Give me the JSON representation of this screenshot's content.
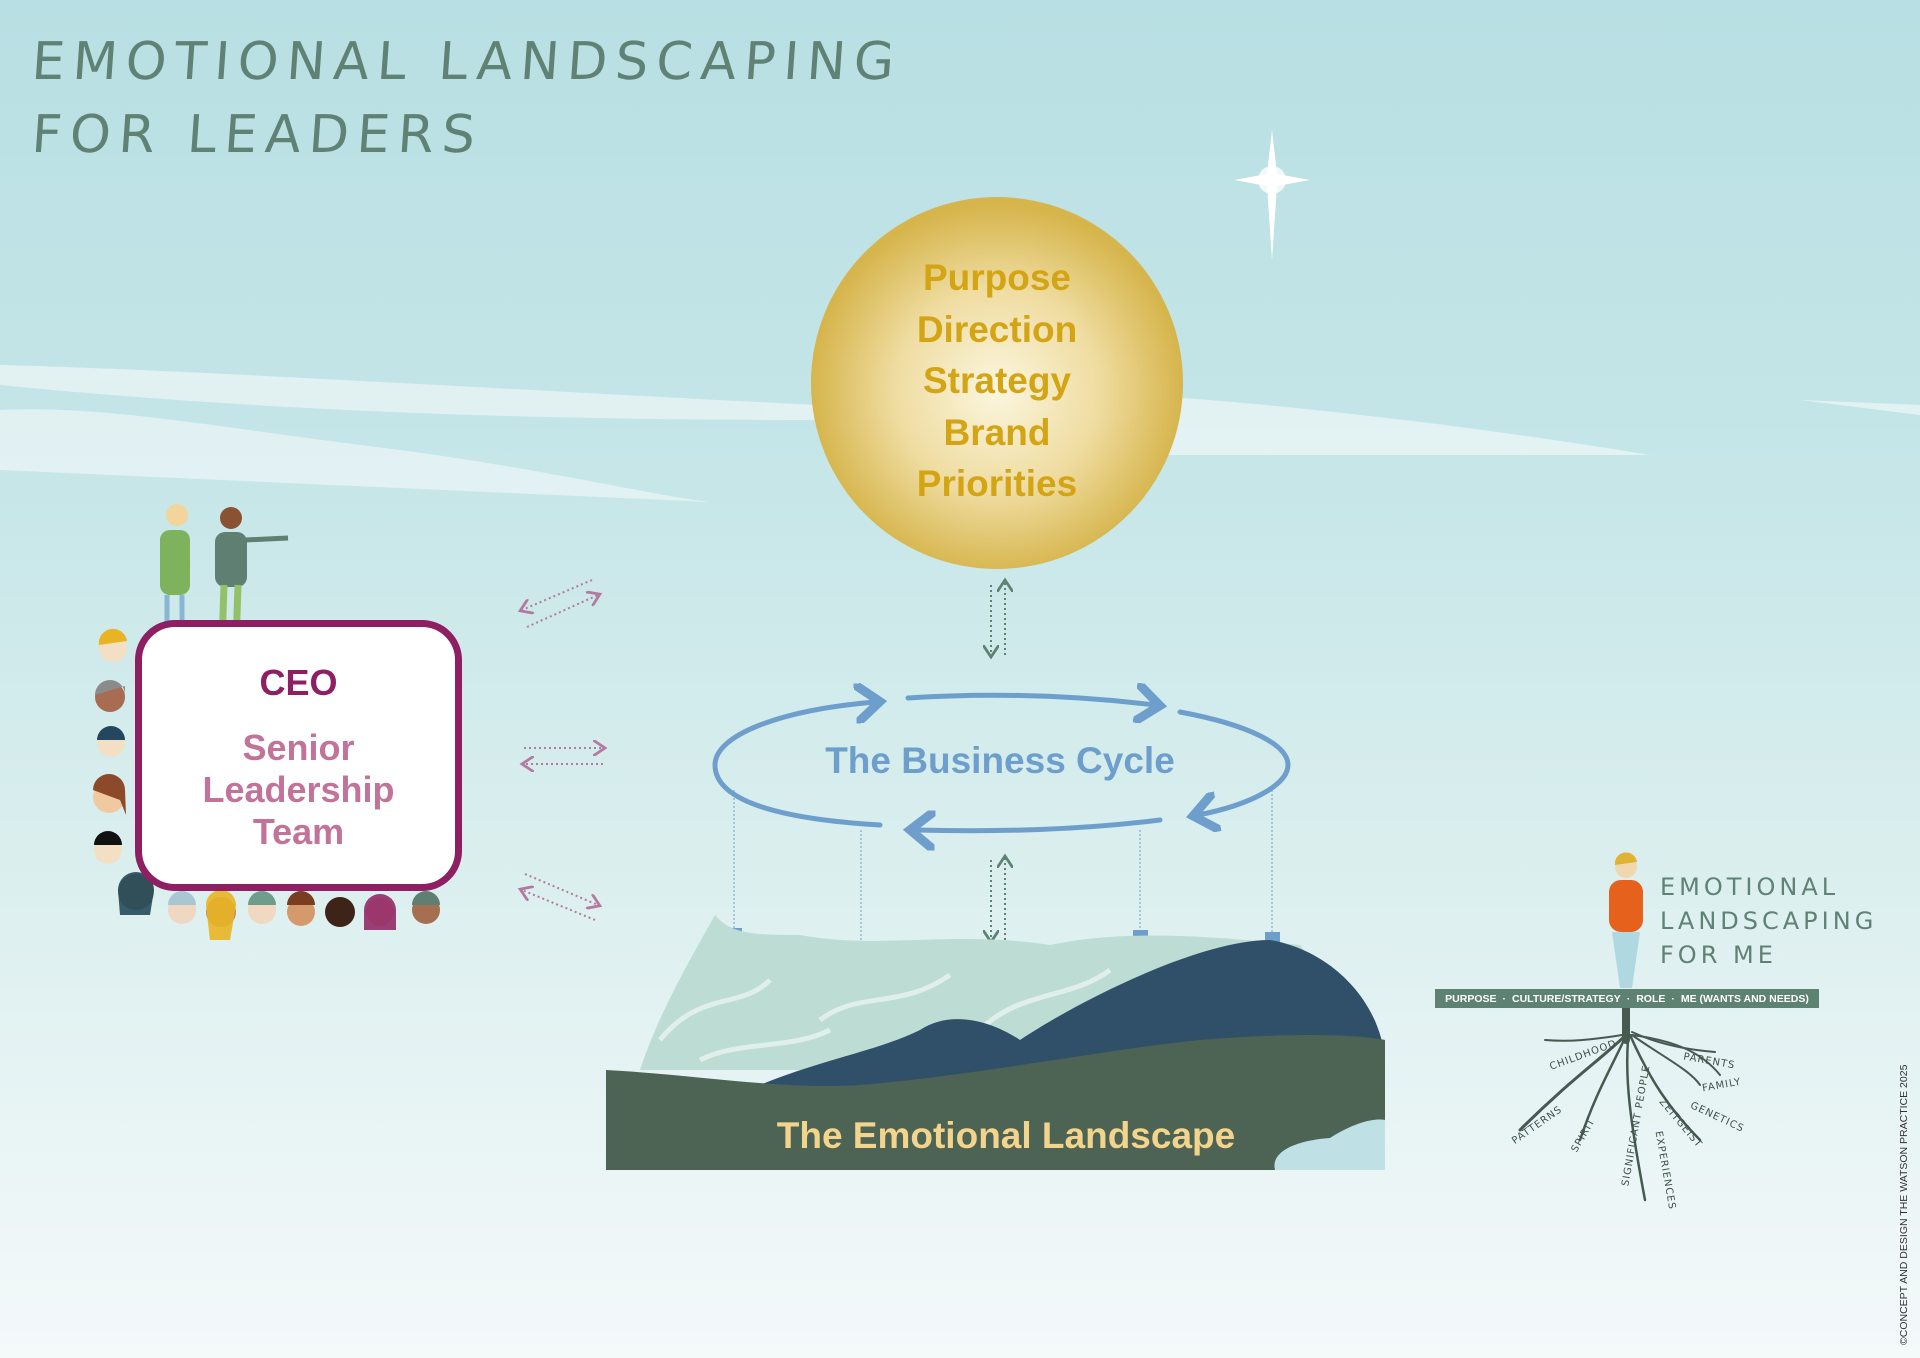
{
  "title": {
    "line1": "EMOTIONAL LANDSCAPING",
    "line2": "FOR LEADERS"
  },
  "sun": {
    "lines": [
      "Purpose",
      "Direction",
      "Strategy",
      "Brand",
      "Priorities"
    ]
  },
  "business_cycle": {
    "label": "The Business Cycle"
  },
  "landscape": {
    "label": "The Emotional Landscape"
  },
  "leadership_box": {
    "ceo": "CEO",
    "team_line1": "Senior",
    "team_line2": "Leadership",
    "team_line3": "Team"
  },
  "personal": {
    "title_line1": "EMOTIONAL",
    "title_line2": "LANDSCAPING",
    "title_line3": "FOR ME",
    "bar_items": [
      "PURPOSE",
      "CULTURE/STRATEGY",
      "ROLE",
      "ME (WANTS AND NEEDS)"
    ],
    "bar_separator": "·",
    "roots": [
      "CHILDHOOD",
      "PATTERNS",
      "SPIRIT",
      "SIGNIFICANT PEOPLE",
      "EXPERIENCES",
      "ZEITGEIST",
      "GENETICS",
      "FAMILY",
      "PARENTS"
    ]
  },
  "copyright": "©CONCEPT AND DESIGN THE WATSON PRACTICE 2025",
  "colors": {
    "sun": "#d3a413",
    "cycle": "#6e9fcc",
    "ceo": "#8e1f62",
    "team": "#c17399",
    "bar": "#5d8272"
  }
}
